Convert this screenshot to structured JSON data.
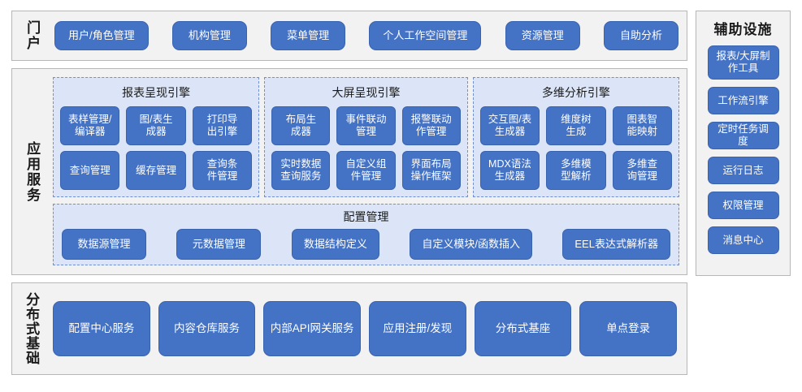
{
  "portal": {
    "label": "门户",
    "items": [
      {
        "label": "用户/角色管理"
      },
      {
        "label": "机构管理"
      },
      {
        "label": "菜单管理"
      },
      {
        "label": "个人工作空间管理"
      },
      {
        "label": "资源管理"
      },
      {
        "label": "自助分析"
      }
    ]
  },
  "app_services": {
    "label": "应用服务",
    "panels": [
      {
        "title": "报表呈现引擎",
        "items": [
          {
            "label": "表样管理/\n编译器"
          },
          {
            "label": "图/表生\n成器"
          },
          {
            "label": "打印导\n出引擎"
          },
          {
            "label": "查询管理"
          },
          {
            "label": "缓存管理"
          },
          {
            "label": "查询条\n件管理"
          }
        ]
      },
      {
        "title": "大屏呈现引擎",
        "items": [
          {
            "label": "布局生\n成器"
          },
          {
            "label": "事件联动\n管理"
          },
          {
            "label": "报警联动\n作管理"
          },
          {
            "label": "实时数据\n查询服务"
          },
          {
            "label": "自定义组\n件管理"
          },
          {
            "label": "界面布局\n操作框架"
          }
        ]
      },
      {
        "title": "多维分析引擎",
        "items": [
          {
            "label": "交互图/表\n生成器"
          },
          {
            "label": "维度树\n生成"
          },
          {
            "label": "图表智\n能映射"
          },
          {
            "label": "MDX语法\n生成器"
          },
          {
            "label": "多维模\n型解析"
          },
          {
            "label": "多维查\n询管理"
          }
        ]
      }
    ],
    "config_panel": {
      "title": "配置管理",
      "items": [
        {
          "label": "数据源管理"
        },
        {
          "label": "元数据管理"
        },
        {
          "label": "数据结构定义"
        },
        {
          "label": "自定义模块/函数插入"
        },
        {
          "label": "EEL表达式解析器"
        }
      ]
    }
  },
  "distributed": {
    "label": "分布式基础",
    "items": [
      {
        "label": "配置中心服务"
      },
      {
        "label": "内容仓库服务"
      },
      {
        "label": "内部API网关服务"
      },
      {
        "label": "应用注册/发现"
      },
      {
        "label": "分布式基座"
      },
      {
        "label": "单点登录"
      }
    ]
  },
  "aux": {
    "title": "辅助设施",
    "items": [
      {
        "label": "报表/大屏制\n作工具",
        "tall": true
      },
      {
        "label": "工作流引擎",
        "tall": false
      },
      {
        "label": "定时任务调度",
        "tall": false
      },
      {
        "label": "运行日志",
        "tall": false
      },
      {
        "label": "权限管理",
        "tall": false
      },
      {
        "label": "消息中心",
        "tall": false
      }
    ]
  },
  "colors": {
    "button_blue": "#4472c4",
    "panel_blue": "#dbe5f7",
    "section_gray": "#f2f2f2",
    "border_gray": "#b7b7b7",
    "dashed_blue": "#6f8fd0"
  }
}
